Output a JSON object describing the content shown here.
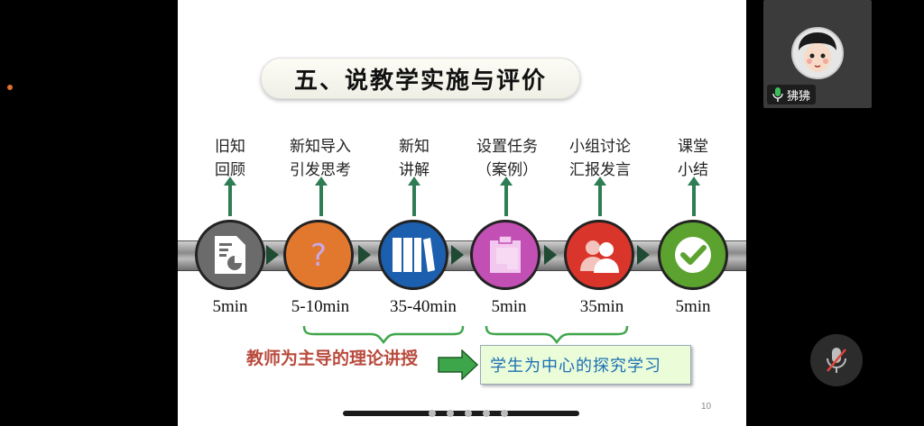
{
  "slide": {
    "title": "五、说教学实施与评价",
    "page_number": "10",
    "steps": [
      {
        "label": "旧知\n回顾",
        "time": "5min",
        "color": "#6b6b6b",
        "icon": "document-chart-icon"
      },
      {
        "label": "新知导入\n引发思考",
        "time": "5-10min",
        "color": "#e2772e",
        "icon": "question-icon"
      },
      {
        "label": "新知\n讲解",
        "time": "35-40min",
        "color": "#1c5fae",
        "icon": "books-icon"
      },
      {
        "label": "设置任务\n（案例）",
        "time": "5min",
        "color": "#c24fb4",
        "icon": "clipboard-icon"
      },
      {
        "label": "小组讨论\n汇报发言",
        "time": "35min",
        "color": "#d9352b",
        "icon": "users-icon"
      },
      {
        "label": "课堂\n小结",
        "time": "5min",
        "color": "#5ba22f",
        "icon": "checkmark-icon"
      }
    ],
    "teacher_text": "教师为主导的理论讲授",
    "student_text": "学生为中心的探究学习"
  },
  "participant": {
    "name": "狒狒",
    "mic_icon": "mic-active-icon"
  },
  "controls": {
    "mute_icon": "mic-muted-icon"
  }
}
